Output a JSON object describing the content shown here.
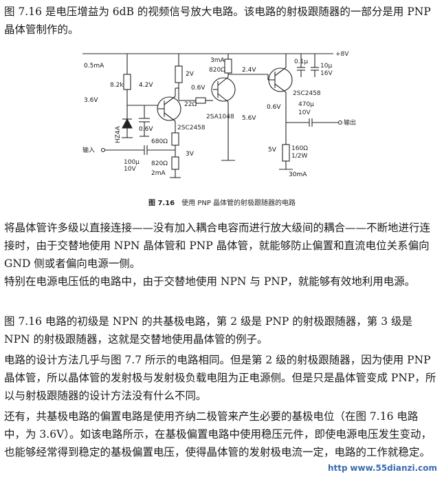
{
  "intro": "图 7.16 是电压增益为 6dB 的视频信号放大电路。该电路的射极跟随器的一部分是用 PNP 晶体管制作的。",
  "figure": {
    "caption_num": "图 7.16",
    "caption_text": "使用 PNP 晶体管的射极跟随器的电路",
    "labels": {
      "vplus": "+8V",
      "i1": "0.5mA",
      "r1": "8.2k",
      "v1": "4.2V",
      "v2": "3.6V",
      "zener": "HZ4A",
      "v3": "0.6V",
      "q1": "2SC2458",
      "r2": "680Ω",
      "r3": "820Ω",
      "i2": "2mA",
      "v4": "3V",
      "input": "输入",
      "c1a": "100μ",
      "c1b": "10V",
      "v5": "2V",
      "v6": "0.6V",
      "r4": "22Ω",
      "q2": "2SA1048",
      "i3": "3mA",
      "r5": "820Ω",
      "v7": "2.4V",
      "v8": "5.6V",
      "c2": "0.1μ",
      "c3a": "10μ",
      "c3b": "16V",
      "q3": "2SC2458",
      "v9": "0.6V",
      "c4a": "470μ",
      "c4b": "10V",
      "output": "输出",
      "v10": "5V",
      "r6a": "160Ω",
      "r6b": "1/2W",
      "i4": "30mA"
    }
  },
  "paragraphs": [
    "将晶体管许多级以直接连接——没有加入耦合电容而进行放大级间的耦合——不断地进行连接时，由于交替地使用 NPN 晶体管和 PNP 晶体管，就能够防止偏置和直流电位关系偏向 GND 侧或者偏向电源一侧。",
    "特别在电源电压低的电路中，由于交替地使用 NPN 与 PNP，就能够有效地利用电源。",
    "图 7.16 电路的初级是 NPN 的共基极电路，第 2 级是 PNP 的射极跟随器，第 3 级是 NPN 的射极跟随器，这就是交替地使用晶体管的例子。",
    "电路的设计方法几乎与图 7.7 所示的电路相同。但是第 2 级的射极跟随器，因为使用 PNP 晶体管，所以晶体管的发射极与发射极负载电阻为正电源侧。但是只是晶体管变成 PNP，所以与射极跟随器的设计方法没有什么不同。",
    "还有，共基极电路的偏置电路是使用齐纳二极管来产生必要的基极电位（在图 7.16 电路中，为 3.6V）。如该电路所示，在基极偏置电路中使用稳压元件，即使电源电压发生变动，也能够经常得到稳定的基极偏置电压，使得晶体管的发射极电流一定，电路的工作就稳定。"
  ],
  "watermark": {
    "prefix": "http",
    "site": "www.55dianzi.com"
  }
}
